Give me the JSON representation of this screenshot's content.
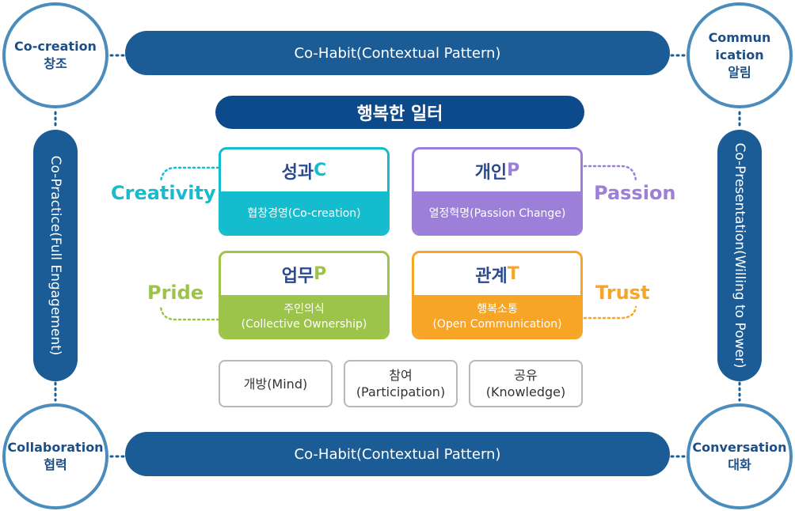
{
  "colors": {
    "navy": "#1c5c96",
    "title_navy": "#0d4a8c",
    "circle_border": "#4a8dbd",
    "teal": "#14bccd",
    "purple": "#9b7fd8",
    "green": "#9cc44a",
    "orange": "#f7a527"
  },
  "corners": {
    "top_left": {
      "line1": "Co-creation",
      "line2": "창조"
    },
    "top_right": {
      "line1": "Commun",
      "line2": "ication",
      "line3": "알림"
    },
    "bottom_left": {
      "line1": "Collaboration",
      "line2": "협력"
    },
    "bottom_right": {
      "line1": "Conversation",
      "line2": "대화"
    }
  },
  "bars": {
    "top": "Co-Habit(Contextual Pattern)",
    "bottom": "Co-Habit(Contextual Pattern)",
    "left": "Co-Practice(Full Engagement)",
    "right": "Co-Presentation(Willing to Power)"
  },
  "title": "행복한 일터",
  "cards": {
    "c": {
      "head_text": "성과 ",
      "head_letter": "C",
      "foot_line1": "협창경영(Co-creation)"
    },
    "p": {
      "head_text": "개인",
      "head_letter": "P",
      "foot_line1": "열정혁명(Passion Change)"
    },
    "pride": {
      "head_text": "업무",
      "head_letter": "P",
      "foot_line1": "주인의식",
      "foot_line2": "(Collective Ownership)"
    },
    "t": {
      "head_text": "관계 ",
      "head_letter": "T",
      "foot_line1": "행복소통",
      "foot_line2": "(Open Communication)"
    }
  },
  "side_labels": {
    "creativity": "Creativity",
    "passion": "Passion",
    "pride": "Pride",
    "trust": "Trust"
  },
  "pills": [
    {
      "line1": "개방(Mind)",
      "line2": ""
    },
    {
      "line1": "참여",
      "line2": "(Participation)"
    },
    {
      "line1": "공유",
      "line2": "(Knowledge)"
    }
  ]
}
